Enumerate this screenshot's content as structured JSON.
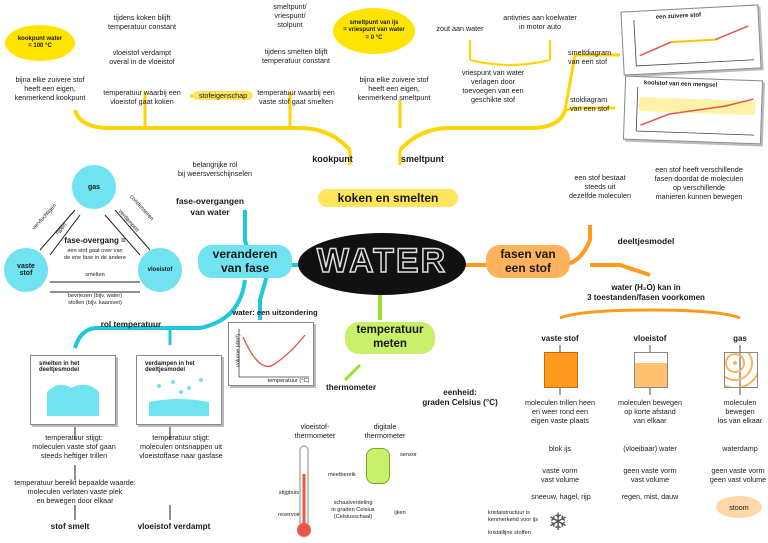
{
  "center": {
    "title": "WATER"
  },
  "branches": {
    "koken": "koken en smelten",
    "veranderen": "veranderen\nvan fase",
    "fasen": "fasen van\neen stof",
    "temperatuur": "temperatuur\nmeten"
  },
  "koken": {
    "kookpunt_label": "kookpunt",
    "smeltpunt_label": "smeltpunt",
    "bubble_kook": "kookpunt water\n= 100 °C",
    "bubble_smelt": "smeltpunt van ijs\n= vriespunt van water\n= 0 °C",
    "tijdens_koken": "tijdens koken blijft\ntemperatuur constant",
    "vloeistof_verdampt": "vloeistof verdampt\noveral in de vloeistof",
    "bijna_kook": "bijna elke zuivere stof\nheeft een eigen,\nkenmerkend kookpunt",
    "temp_koken": "temperatuur waarbij een\nvloeistof gaat koken",
    "stofeigenschap": "stofeigenschap",
    "smeltpunt_vries": "smeltpunt/\nvriespunt/\nstolpunt",
    "tijdens_smelten": "tijdens smelten blijft\ntemperatuur constant",
    "temp_smelten": "temperatuur waarbij een\nvaste stof gaat smelten",
    "bijna_smelt": "bijna elke zuivere stof\nheeft een eigen,\nkenmerkend smeltpunt",
    "zout": "zout aan water",
    "antivries": "antivries aan koelwater\nin motor auto",
    "vriespunt_verlagen": "vriespunt van water\nverlagen door\ntoevoegen van een\ngeschikte stof",
    "smeltdiagram": "smeltdiagram\nvan een stof",
    "stoldiagram": "stoldiagram\nvan een stof",
    "chart1_title": "een zuivere stof",
    "chart2_title": "koolstof van een mengsel"
  },
  "fasen": {
    "bestaat": "een stof bestaat\nsteeds uit\ndezelfde moleculen",
    "verschillende": "een stof heeft verschillende\nfasen doordat de moleculen\nop verschillende\nmanieren kunnen bewegen",
    "deeltjesmodel": "deeltjesmodel",
    "drie": "water (H₂O) kan in\n3 toestanden/fasen voorkomen",
    "vaste_stof": "vaste stof",
    "vloeistof": "vloeistof",
    "gas": "gas",
    "vast_desc": "moleculen trillen heen\nen weer rond een\neigen vaste plaats",
    "vloei_desc": "moleculen bewegen\nop korte afstand\nvan elkaar",
    "gas_desc": "moleculen\nbewegen\nlos van elkaar",
    "blok_ijs": "blok ijs",
    "vloeibaar": "(vloeibaar) water",
    "waterdamp": "waterdamp",
    "vast_vorm": "vaste vorm\nvast volume",
    "vloei_vorm": "geen vaste vorm\nvast volume",
    "gas_vorm": "geen vaste vorm\ngeen vast volume",
    "sneeuw": "sneeuw, hagel, rijp",
    "regen": "regen, mist, dauw",
    "stoom": "stoom",
    "kristal": "kristalstructuur is\nkenmerkend voor ijs",
    "kristallijne": "kristallijne stoffen"
  },
  "temperatuur": {
    "thermometer": "thermometer",
    "eenheid": "eenheid:\ngraden Celsius (°C)",
    "vloeistof_thermo": "vloeistof-\nthermometer",
    "digitale": "digitale\nthermometer",
    "sensor": "sensor",
    "meetbereik": "meetbereik",
    "stijgbuis": "stijgbuis",
    "reservoir": "reservoir",
    "schaal": "schaalverdeling\nin graden Celsius\n(Celsiusschaal)",
    "ijken": "ijken"
  },
  "veranderen": {
    "belangrijke": "belangrijke rol\nbij weersverschijnselen",
    "fase_overgangen": "fase-overgangen\nvan water",
    "gas": "gas",
    "vaste_stof": "vaste\nstof",
    "vloeistof": "vloeistof",
    "fase_overgang_def": "fase-overgang =",
    "fase_overgang_desc": "een stof gaat over van\nde ene fase in de andere",
    "vervluchtigen": "vervluchtigen",
    "rijpen": "rijpen",
    "condenseren": "condenseren",
    "verdampen": "verdampen",
    "smelten": "smelten",
    "bevriezen": "bevriezen (bijv. water)\nstollen (bijv. kaarsvet)",
    "uitzondering": "water: een uitzondering",
    "volume_axis": "volume (dm³)",
    "temp_axis": "temperatuur (°C)",
    "rol_temp": "rol temperatuur",
    "smelten_model": "smelten in het\ndeeltjesmodel",
    "verdampen_model": "verdampen in het\ndeeltjesmodel",
    "stijgt_vast": "temperatuur stijgt:\nmoleculen vaste stof gaan\nsteeds heftiger trillen",
    "stijgt_vloei": "temperatuur stijgt:\nmoleculen ontsnappen uit\nvloeistoffase naar gasfase",
    "bereikt": "temperatuur bereikt bepaalde waarde:\nmoleculen verlaten vaste plek\nen bewegen door elkaar",
    "stof_smelt": "stof smelt",
    "vloeistof_verdampt": "vloeistof verdampt"
  },
  "colors": {
    "yellow": "#ffe45c",
    "cyan": "#6fe3f0",
    "orange": "#ffb25c",
    "green": "#c8f06b",
    "center": "#111111"
  }
}
